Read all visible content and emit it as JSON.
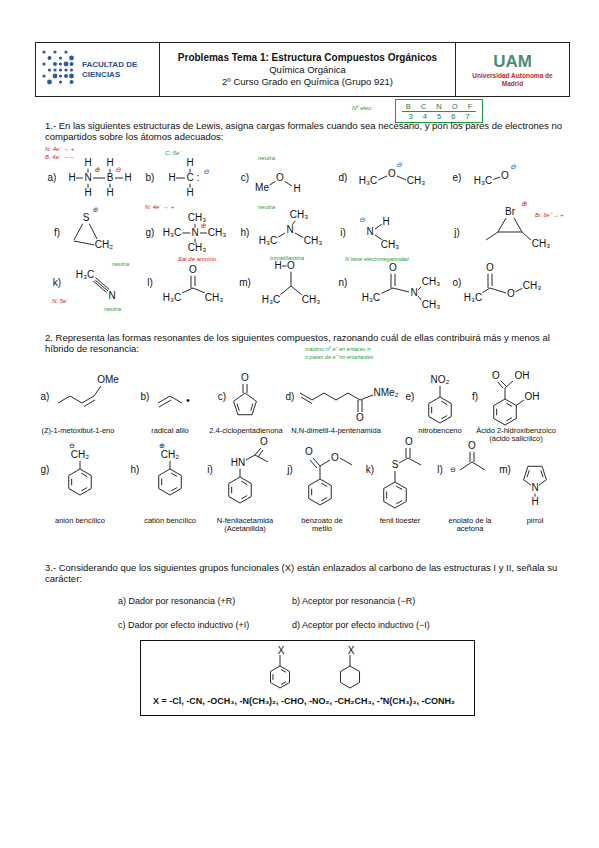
{
  "diagram": {
    "nodes": [
      {
        "text": [
          "FACULTAD DE CIENCIAS"
        ]
      },
      {
        "text": [
          "Problemas Tema 1: Estructura Compuestos Orgánicos",
          "Química Orgánica",
          "2º Curso Grado en Química (Grupo 921)"
        ]
      },
      {
        "text": [
          "UAM",
          "Universidad Autónoma de Madrid"
        ]
      },
      {
        "text": [
          "B C N O F",
          "3 4 5 6 7"
        ]
      },
      {
        "text": [
          "X",
          "X",
          "X = -Cl, -CN, -OCH₃, -N(CH₃)₂, -CHO, -NO₂, -CH₂CH₃, -⁺N(CH₃)₃, -CONH₂"
        ]
      }
    ],
    "labels": [
      "Nº elec.",
      "1.- En las siguientes estructuras de Lewis, asigna cargas formales cuando sea necesario, y pon los pares de electrones no compartidos sobre los átomos adecuados:",
      "N: 4e⁻ → +",
      "B: 4e⁻ → −",
      "a)",
      "H",
      "N",
      "B",
      "H",
      "H",
      "H",
      "H",
      "H",
      "⊕",
      "⊖",
      "C: 5e⁻",
      "b)",
      "H",
      "H",
      "C",
      "H",
      ":",
      "⊖",
      "neutra",
      "c)",
      "Me",
      "O",
      "H",
      "d)",
      "H₃C",
      "O",
      "CH₃",
      "⊖",
      "e)",
      "H₃C",
      "O",
      "⊖",
      "f)",
      "S",
      "CH₂",
      "⊕",
      "N: 4e⁻ → +",
      "g)",
      "CH₃",
      "H₃C",
      "N",
      "CH₃",
      "CH₃",
      "⊕",
      "Sal de amonio",
      "neutra",
      "h)",
      "CH₃",
      "N",
      "H₃C",
      "CH₃",
      "trimetilamina",
      "i)",
      "⊖",
      "N",
      "H",
      "CH₃",
      "N tiene electronegatividad",
      "j)",
      "Br",
      "CH₃",
      "⊕",
      "Br: 6e⁻ → +",
      "k)",
      "H₃C",
      "N",
      "neutra",
      "neutra",
      "N: 5e⁻",
      "l)",
      "O",
      "H₃C",
      "CH₃",
      "m)",
      "H",
      "O",
      "H₃C",
      "CH₃",
      "n)",
      "O",
      "H₃C",
      "N",
      "CH₃",
      "CH₃",
      "o)",
      "O",
      "H₃C",
      "O",
      "CH₃",
      "2. Representa las formas resonantes de los siguientes compuestos, razonando cuál de ellas contribuirá más y menos al híbrido de resonancia:",
      "máximo nº e⁻ en enlaces π",
      "o pares de e⁻ no enlazantes",
      "a)",
      "OMe",
      "(Z)-1-metoxibut-1-eno",
      "b)",
      "•",
      "radical alilo",
      "c)",
      "O",
      "2,4-ciclopentadienona",
      "d)",
      "O",
      "NMe₂",
      "N,N-dimetil-4-pentenamida",
      "e)",
      "NO₂",
      "nitrobenceno",
      "f)",
      "O",
      "OH",
      "OH",
      "Ácido 2-hidroxibenzoico (ácido salicílico)",
      "g)",
      "CH₂",
      "⊖",
      "anión bencílico",
      "h)",
      "⊕",
      "CH₂",
      "catión bencílico",
      "i)",
      "HN",
      "O",
      "N-fenilacetamida (Acetanilida)",
      "j)",
      "O",
      "O",
      "benzoato de metilo",
      "k)",
      "S",
      "O",
      "fenil tioester",
      "l)",
      "⊖",
      "O",
      "enolato de la acetona",
      "m)",
      "N",
      "H",
      "pirrol",
      "3.- Considerando que los siguientes grupos funcionales (X) están enlazados al carbono de las estructuras I y II, señala su carácter:",
      "a) Dador por resonancia (+R)",
      "b) Aceptor por resonancia (−R)",
      "c) Dador por efecto inductivo (+I)",
      "d) Aceptor por efecto inductivo (−I)"
    ]
  }
}
